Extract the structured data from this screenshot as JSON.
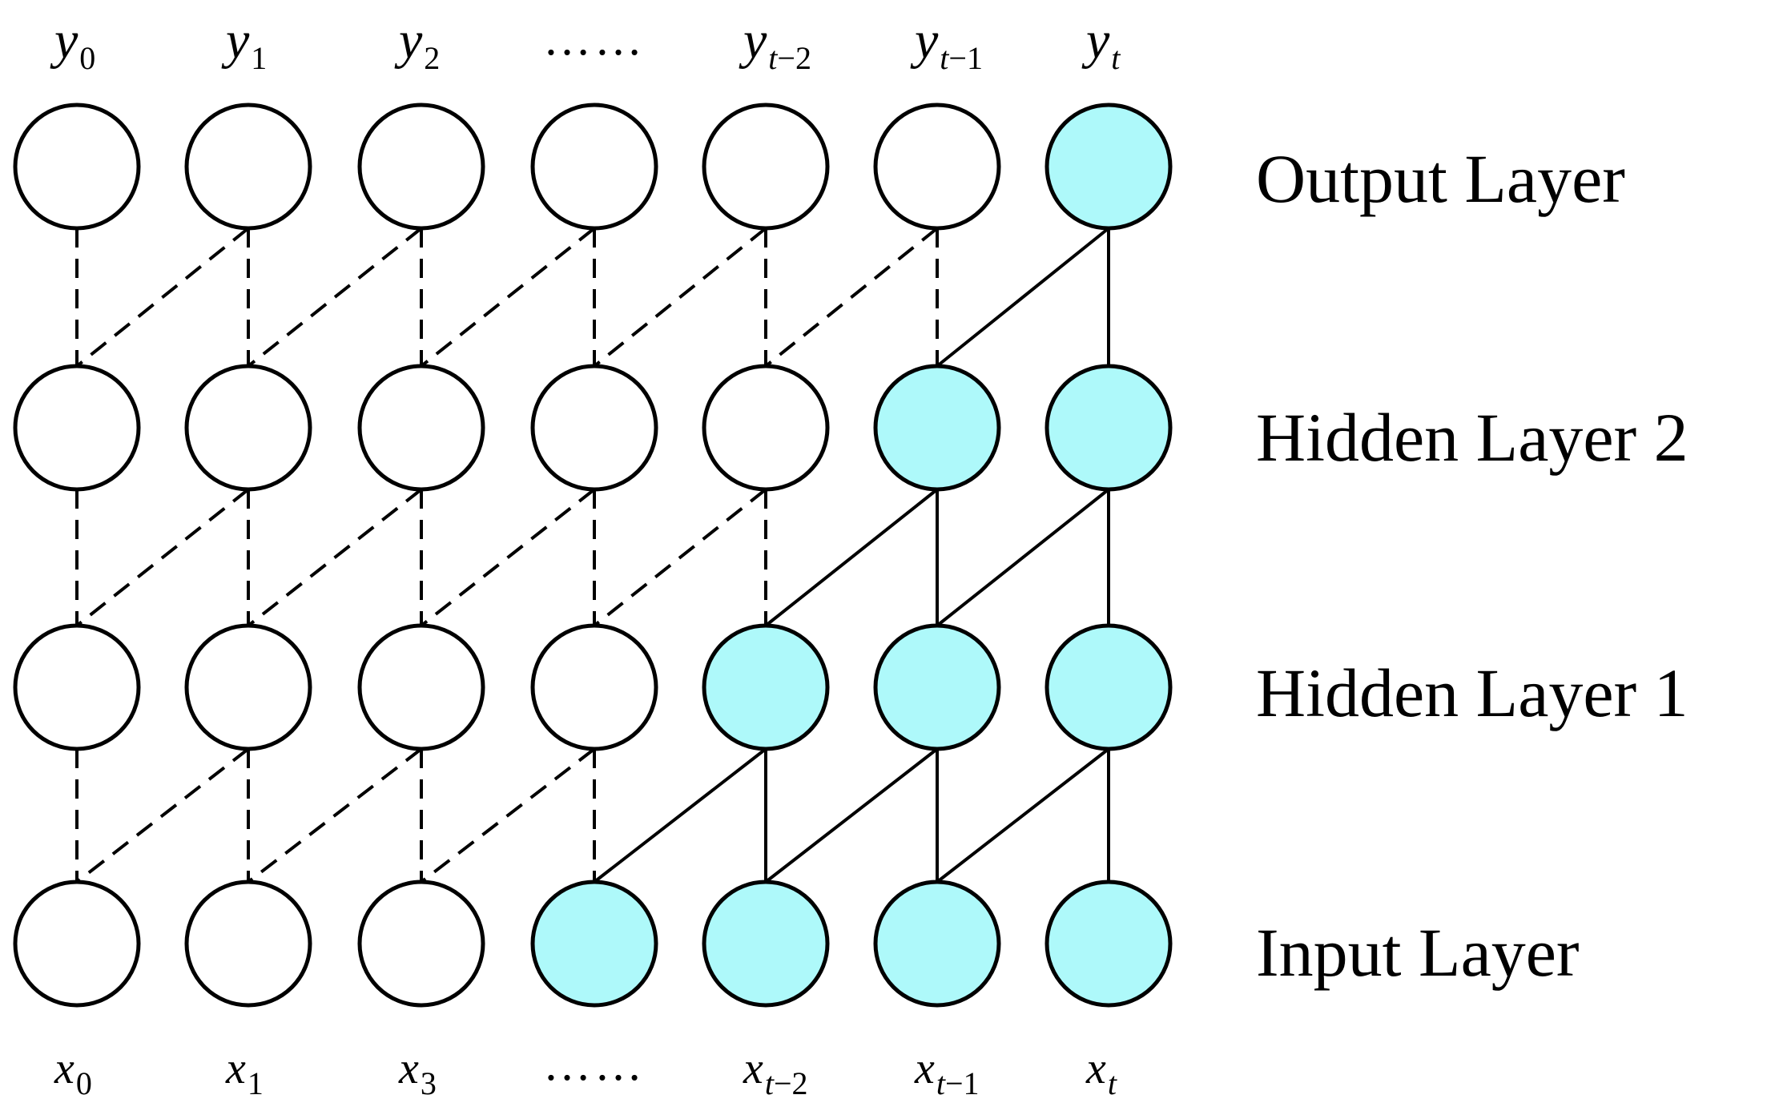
{
  "colors": {
    "active_fill": "#aef9fa",
    "inactive_fill": "#ffffff",
    "stroke": "#000000"
  },
  "layers": [
    {
      "label": "Output Layer",
      "active": [
        false,
        false,
        false,
        false,
        false,
        false,
        true
      ]
    },
    {
      "label": "Hidden Layer 2",
      "active": [
        false,
        false,
        false,
        false,
        false,
        true,
        true
      ]
    },
    {
      "label": "Hidden Layer 1",
      "active": [
        false,
        false,
        false,
        false,
        true,
        true,
        true
      ]
    },
    {
      "label": "Input Layer",
      "active": [
        false,
        false,
        false,
        true,
        true,
        true,
        true
      ]
    }
  ],
  "top_labels": [
    {
      "base": "y",
      "sub": "0"
    },
    {
      "base": "y",
      "sub": "1"
    },
    {
      "base": "y",
      "sub": "2"
    },
    {
      "dots": "……"
    },
    {
      "base": "y",
      "sub": "t−2"
    },
    {
      "base": "y",
      "sub": "t−1"
    },
    {
      "base": "y",
      "sub": "t"
    }
  ],
  "bottom_labels": [
    {
      "base": "x",
      "sub": "0"
    },
    {
      "base": "x",
      "sub": "1"
    },
    {
      "base": "x",
      "sub": "3"
    },
    {
      "dots": "……"
    },
    {
      "base": "x",
      "sub": "t−2"
    },
    {
      "base": "x",
      "sub": "t−1"
    },
    {
      "base": "x",
      "sub": "t"
    }
  ]
}
